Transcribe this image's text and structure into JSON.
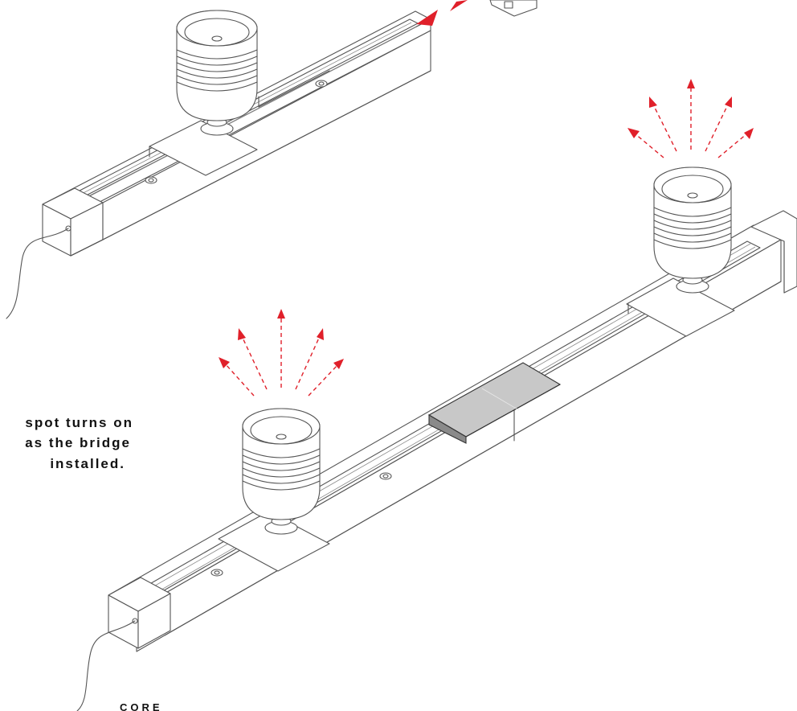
{
  "caption": {
    "line1": "spot turns on",
    "line2": "as the bridge",
    "line3": "installed."
  },
  "footer_label": "CORE",
  "colors": {
    "ray": "#e0202a",
    "outline": "#555555",
    "bridge_fill": "#c8c8c8"
  },
  "icons": {
    "light_rays": "dashed-arrow-icon",
    "connect_arrows": "double-arrow-icon"
  }
}
